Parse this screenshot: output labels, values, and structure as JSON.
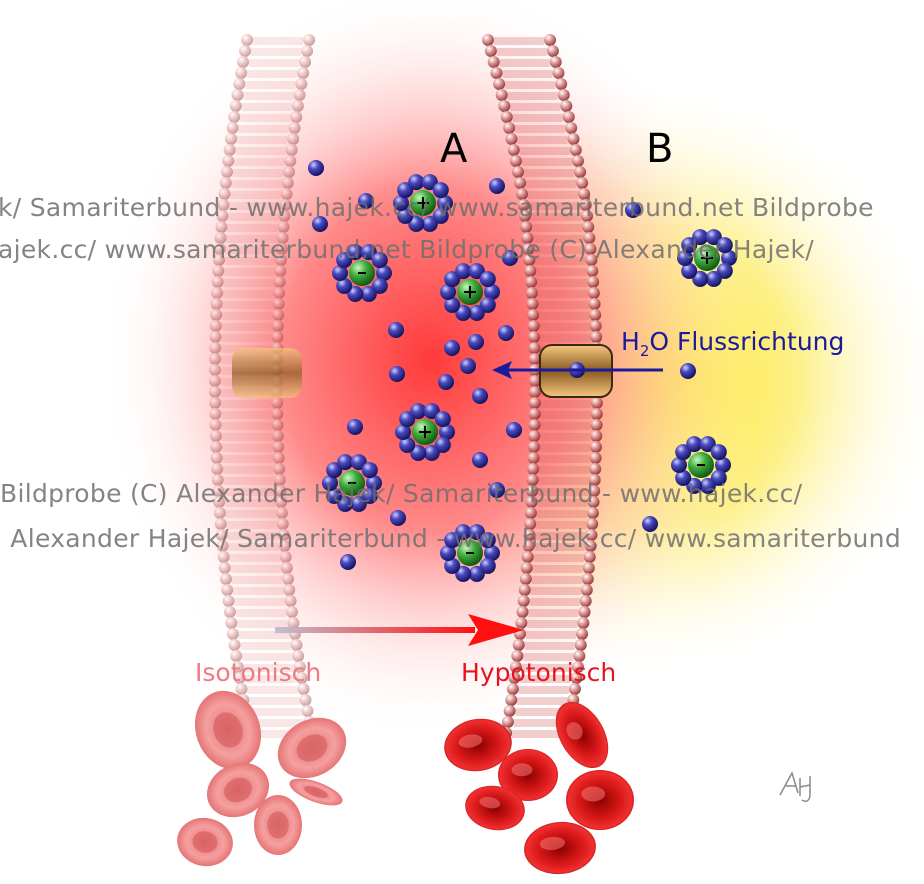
{
  "labels": {
    "compartment_a": "A",
    "compartment_b": "B",
    "flow_h": "H",
    "flow_sub": "2",
    "flow_rest": "O Flussrichtung",
    "isotonic": "Isotonisch",
    "hypotonic": "Hypotonisch"
  },
  "watermarks": [
    "k/ Samariterbund - www.hajek.cc/ www.samariterbund.net  Bildprobe",
    "ajek.cc/ www.samariterbund.net  Bildprobe (C) Alexander Hajek/",
    " Bildprobe (C) Alexander Hajek/ Samariterbund - www.hajek.cc/",
    ") Alexander Hajek/ Samariterbund - www.hajek.cc/ www.samariterbund"
  ],
  "signature": "AHj",
  "colors": {
    "hypotonic_red": "#e8141c",
    "isotonic_pink": "#f07a80",
    "flow_blue": "#1a1a9c",
    "ion_green": "#3aa83a",
    "molecule_blue": "#3a3aa8",
    "yellow": "#fde93a"
  }
}
